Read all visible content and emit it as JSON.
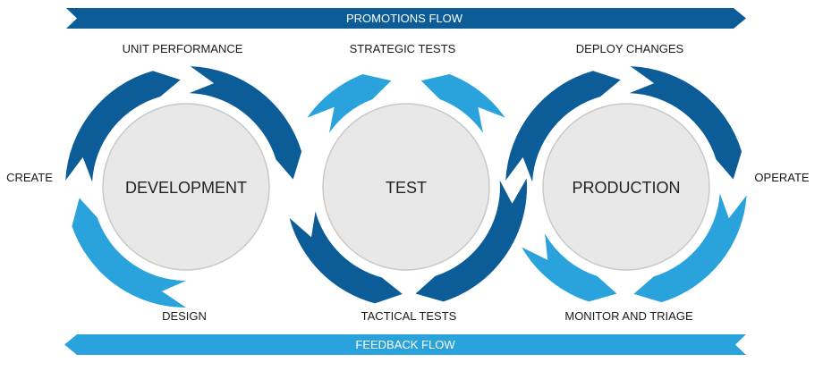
{
  "banners": {
    "top": {
      "label": "PROMOTIONS FLOW",
      "color": "#0b5c97"
    },
    "bottom": {
      "label": "FEEDBACK FLOW",
      "color": "#2aa3dc"
    }
  },
  "stages": [
    {
      "name": "DEVELOPMENT",
      "top_label": "UNIT PERFORMANCE",
      "bottom_label": "DESIGN"
    },
    {
      "name": "TEST",
      "top_label": "STRATEGIC TESTS",
      "bottom_label": "TACTICAL TESTS"
    },
    {
      "name": "PRODUCTION",
      "top_label": "DEPLOY CHANGES",
      "bottom_label": "MONITOR AND TRIAGE"
    }
  ],
  "side_labels": {
    "left": "CREATE",
    "right": "OPERATE"
  },
  "colors": {
    "dark_arrow": "#0b5c97",
    "light_arrow": "#2aa3dc",
    "circle_fill": "#e8e8e8",
    "circle_stroke": "#c8c8c8"
  }
}
